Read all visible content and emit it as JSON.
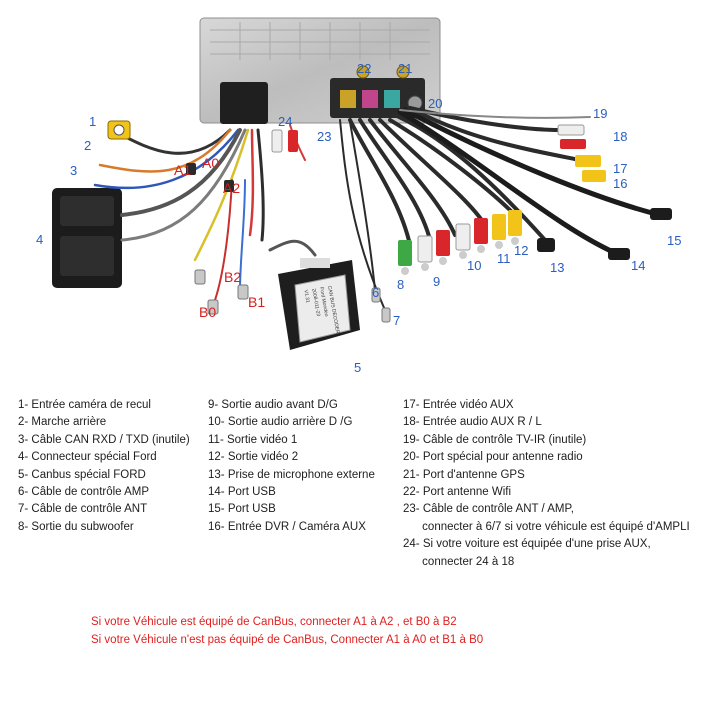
{
  "callouts": {
    "n1": "1",
    "n2": "2",
    "n3": "3",
    "n4": "4",
    "n5": "5",
    "n6": "6",
    "n7": "7",
    "n8": "8",
    "n9": "9",
    "n10": "10",
    "n11": "11",
    "n12": "12",
    "n13": "13",
    "n14": "14",
    "n15": "15",
    "n16": "16",
    "n17": "17",
    "n18": "18",
    "n19": "19",
    "n20": "20",
    "n21": "21",
    "n22": "22",
    "n23": "23",
    "n24": "24",
    "a0": "A0",
    "a1": "A1",
    "a2": "A2",
    "b0": "B0",
    "b1": "B1",
    "b2": "B2"
  },
  "canbus_box": {
    "line1": "CAN BUS DECODER",
    "line2": "Ford Mondeo",
    "line3": "2008-011-23",
    "line4": "V1.31"
  },
  "legend": {
    "col1": [
      "1- Entrée caméra de recul",
      "2- Marche arrière",
      "3- Câble CAN RXD / TXD (inutile)",
      "4- Connecteur spécial Ford",
      "5- Canbus spécial FORD",
      "6- Câble de contrôle AMP",
      "7- Câble de contrôle ANT",
      "8- Sortie du subwoofer"
    ],
    "col2": [
      "9- Sortie audio avant D/G",
      "10- Sortie audio arrière D /G",
      "11- Sortie vidéo 1",
      "12- Sortie vidéo 2",
      "13- Prise de microphone externe",
      "14- Port USB",
      "15- Port USB",
      "16- Entrée DVR / Caméra AUX"
    ],
    "col3": [
      "17- Entrée vidéo AUX",
      "18- Entrée audio AUX R / L",
      "19- Câble de contrôle TV-IR (inutile)",
      "20- Port spécial pour antenne radio",
      "21- Port d'antenne GPS",
      "22- Port antenne Wifi",
      "23- Câble de contrôle ANT / AMP,",
      "      connecter à 6/7 si votre véhicule est équipé d'AMPLI",
      "24- Si votre voiture est équipée d'une prise AUX,",
      "      connecter 24 à 18"
    ]
  },
  "notes": {
    "line1": "Si votre Véhicule est équipé de CanBus, connecter A1 à A2 , et B0 à B2",
    "line2": "Si votre Véhicule n'est pas équipé de CanBus, Connecter A1 à A0 et B1 à B0"
  },
  "colors": {
    "label_blue": "#2a5fc0",
    "label_red": "#d42020",
    "note_red": "#e02020",
    "rca_yellow": "#f2c318",
    "rca_red": "#d9262a",
    "rca_white": "#eeeeee",
    "rca_green": "#3ea845"
  }
}
